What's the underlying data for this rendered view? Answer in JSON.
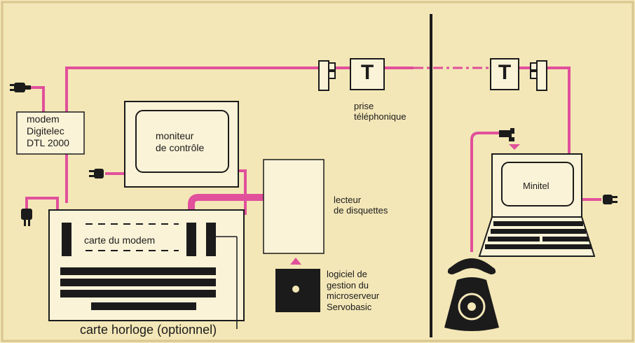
{
  "labels": {
    "modem": "modem\nDigitelec\nDTL 2000",
    "monitor": "moniteur\nde contrôle",
    "phone_socket": "prise\ntéléphonique",
    "disk_drive": "lecteur\nde disquettes",
    "modem_card": "carte du modem",
    "clock_card": "carte horloge (optionnel)",
    "software": "logiciel de\ngestion du\nmicroserveur\nServobasic",
    "minitel": "Minitel",
    "t_left": "T",
    "t_right": "T"
  },
  "colors": {
    "background": "#f3e6b7",
    "cable": "#e0509b",
    "ink": "#1b1b1b",
    "panel": "#fbf3d7",
    "frame_border": "#d9c68f"
  }
}
